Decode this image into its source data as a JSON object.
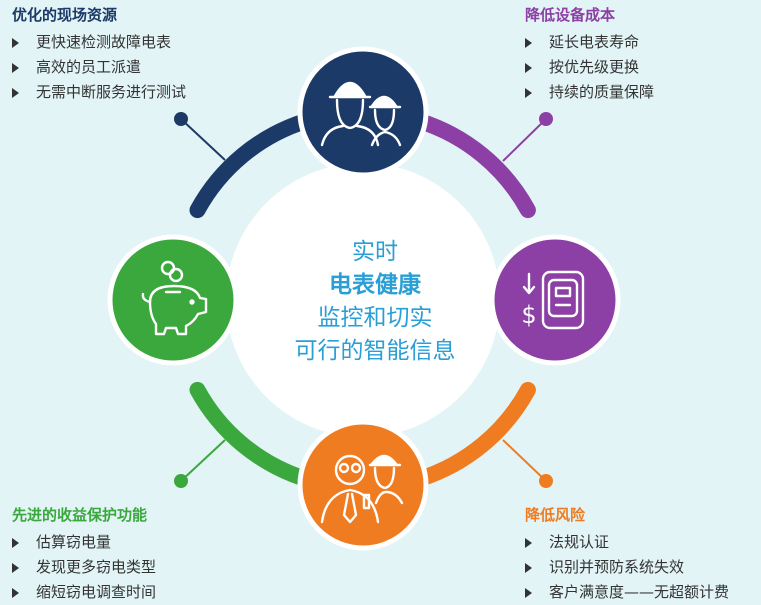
{
  "center": {
    "line1": "实时",
    "line2": "电表健康",
    "line3": "监控和切实",
    "line4": "可行的智能信息"
  },
  "blocks": {
    "top_left": {
      "title": "优化的现场资源",
      "color": "#1c3a67",
      "items": [
        "更快速检测故障电表",
        "高效的员工派遣",
        "无需中断服务进行测试"
      ]
    },
    "top_right": {
      "title": "降低设备成本",
      "color": "#8c3fa4",
      "items": [
        "延长电表寿命",
        "按优先级更换",
        "持续的质量保障"
      ]
    },
    "bottom_left": {
      "title": "先进的收益保护功能",
      "color": "#3aa83c",
      "items": [
        "估算窃电量",
        "发现更多窃电类型",
        "缩短窃电调查时间"
      ]
    },
    "bottom_right": {
      "title": "降低风险",
      "color": "#f07c22",
      "items": [
        "法规认证",
        "识别并预防系统失效",
        "客户满意度——无超额计费"
      ]
    }
  },
  "icons": {
    "top": "workers-hardhat-icon",
    "right": "meter-dollar-icon",
    "bottom": "engineer-worker-icon",
    "left": "piggy-bank-icon"
  },
  "colors": {
    "navy": "#1c3a67",
    "purple": "#8c3fa4",
    "green": "#3aa83c",
    "orange": "#f07c22",
    "center_text": "#2a9fd6",
    "background": "#e2f4f6"
  }
}
